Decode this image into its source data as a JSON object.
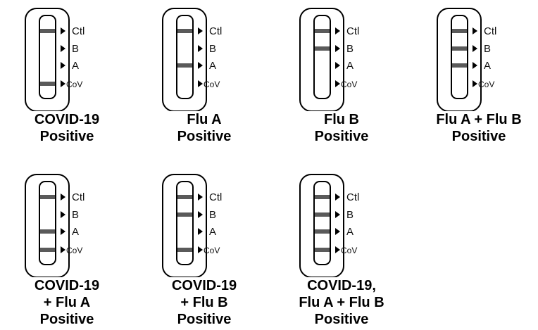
{
  "labels": {
    "ctl": "Ctl",
    "b": "B",
    "a": "A",
    "cov": "CoV"
  },
  "colors": {
    "band": "#5a5a5a",
    "outline": "#000000"
  },
  "tests": [
    {
      "caption": [
        "COVID-19",
        "Positive"
      ],
      "bands": {
        "ctl": true,
        "b": false,
        "a": false,
        "cov": true
      }
    },
    {
      "caption": [
        "Flu A",
        "Positive"
      ],
      "bands": {
        "ctl": true,
        "b": false,
        "a": true,
        "cov": false
      }
    },
    {
      "caption": [
        "Flu B",
        "Positive"
      ],
      "bands": {
        "ctl": true,
        "b": true,
        "a": false,
        "cov": false
      }
    },
    {
      "caption": [
        "Flu A + Flu B",
        "Positive"
      ],
      "bands": {
        "ctl": true,
        "b": true,
        "a": true,
        "cov": false
      }
    },
    {
      "caption": [
        "COVID-19",
        "+ Flu A",
        "Positive"
      ],
      "bands": {
        "ctl": true,
        "b": false,
        "a": true,
        "cov": true
      }
    },
    {
      "caption": [
        "COVID-19",
        "+ Flu B",
        "Positive"
      ],
      "bands": {
        "ctl": true,
        "b": true,
        "a": false,
        "cov": true
      }
    },
    {
      "caption": [
        "COVID-19,",
        "Flu A + Flu B",
        "Positive"
      ],
      "bands": {
        "ctl": true,
        "b": true,
        "a": true,
        "cov": true
      }
    }
  ]
}
